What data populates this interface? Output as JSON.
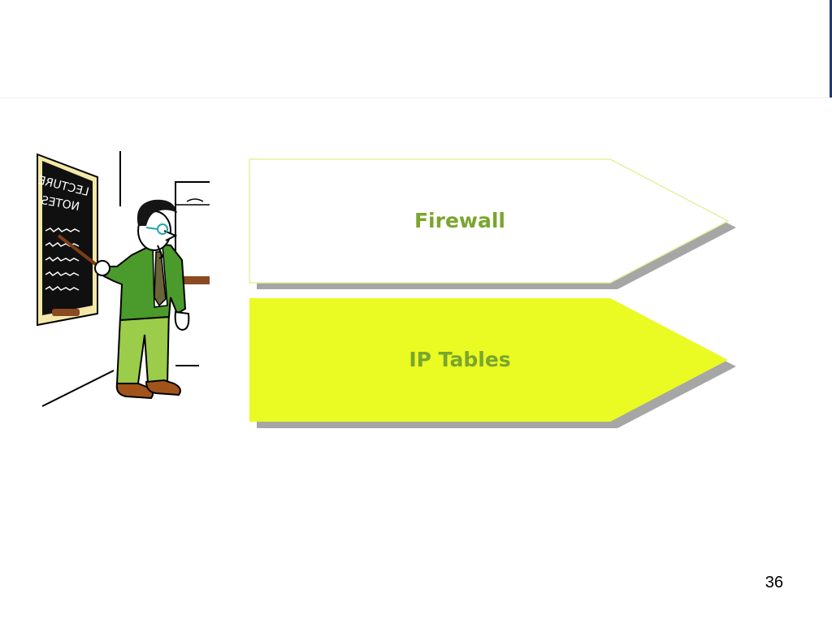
{
  "slide": {
    "items": [
      {
        "label": "Firewall"
      },
      {
        "label": "IP Tables"
      }
    ],
    "page_number": "36"
  },
  "colors": {
    "label_green": "#7aa62e",
    "arrow1_fill": "#ffffff",
    "arrow1_border": "#e7f0a0",
    "arrow2_fill": "#eafa23",
    "shadow": "#a6a6a6"
  },
  "icons": {
    "clipart": "teacher-at-blackboard-illustration"
  },
  "clipart_text": {
    "board_line1": "LECTURE",
    "board_line2": "NOTES"
  }
}
